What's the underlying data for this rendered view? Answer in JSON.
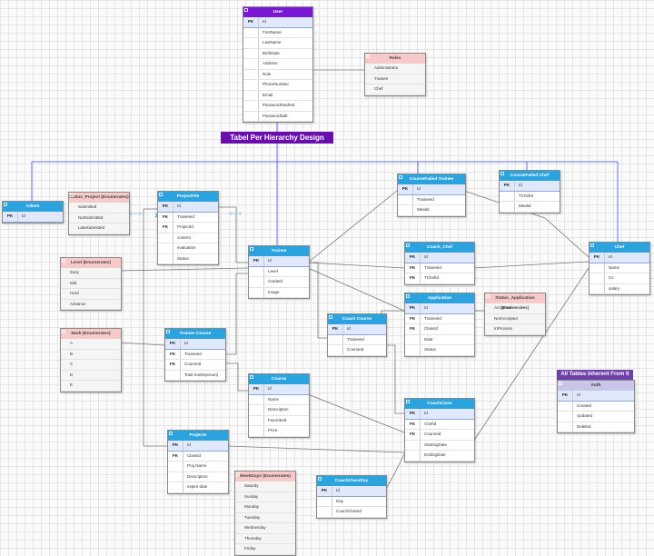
{
  "banner": "Tabel Per Hierarchy Design",
  "inherit_title": "All Tables Inherent From It",
  "tables": {
    "user": {
      "title": "User",
      "rows": [
        {
          "k": "PK",
          "n": "Id"
        },
        {
          "k": "",
          "n": "FirstName"
        },
        {
          "k": "",
          "n": "LastName"
        },
        {
          "k": "",
          "n": "BirthDate"
        },
        {
          "k": "",
          "n": "Address"
        },
        {
          "k": "",
          "n": "Role"
        },
        {
          "k": "",
          "n": "PhoneNumber"
        },
        {
          "k": "",
          "n": "Email"
        },
        {
          "k": "",
          "n": "PasswordHashed"
        },
        {
          "k": "",
          "n": "PasswordSalt"
        }
      ]
    },
    "roles": {
      "title": "Roles",
      "rows": [
        {
          "k": "",
          "n": "Administrator"
        },
        {
          "k": "",
          "n": "Trainee"
        },
        {
          "k": "",
          "n": "Chef"
        }
      ]
    },
    "admin": {
      "title": "Admin",
      "rows": [
        {
          "k": "PK",
          "n": "Id"
        }
      ]
    },
    "status_project": {
      "title": "Status_Project (Enumerates)",
      "rows": [
        {
          "k": "",
          "n": "Submitted"
        },
        {
          "k": "",
          "n": "NotSubmitted"
        },
        {
          "k": "",
          "n": "LateSubmitted"
        }
      ]
    },
    "projectfile": {
      "title": "ProjectFile",
      "rows": [
        {
          "k": "PK",
          "n": "Id"
        },
        {
          "k": "FK",
          "n": "TraineeId"
        },
        {
          "k": "FK",
          "n": "ProjectId"
        },
        {
          "k": "",
          "n": "content"
        },
        {
          "k": "",
          "n": "evaluation"
        },
        {
          "k": "",
          "n": "Status"
        }
      ]
    },
    "coursefailed_trainee": {
      "title": "CourseFailed Trainee",
      "rows": [
        {
          "k": "PK",
          "n": "Id"
        },
        {
          "k": "",
          "n": "TraineeId"
        },
        {
          "k": "",
          "n": "MealId"
        }
      ]
    },
    "coursefailed_chef": {
      "title": "CourseFailed Chef",
      "rows": [
        {
          "k": "PK",
          "n": "Id"
        },
        {
          "k": "",
          "n": "TChefId"
        },
        {
          "k": "",
          "n": "MealId"
        }
      ]
    },
    "level": {
      "title": "Level (Enumerates)",
      "rows": [
        {
          "k": "",
          "n": "Easy"
        },
        {
          "k": "",
          "n": "Mid"
        },
        {
          "k": "",
          "n": "Hard"
        },
        {
          "k": "",
          "n": "Advance"
        }
      ]
    },
    "trainee": {
      "title": "Trainee",
      "rows": [
        {
          "k": "PK",
          "n": "Id"
        },
        {
          "k": "",
          "n": "Level"
        },
        {
          "k": "",
          "n": "CardeId"
        },
        {
          "k": "",
          "n": "Image"
        }
      ]
    },
    "coach_chef": {
      "title": "Coach_Chef",
      "rows": [
        {
          "k": "PK",
          "n": "Id"
        },
        {
          "k": "FK",
          "n": "TraineeId"
        },
        {
          "k": "FK",
          "n": "TChefId"
        }
      ]
    },
    "chef": {
      "title": "Chef",
      "rows": [
        {
          "k": "PK",
          "n": "Id"
        },
        {
          "k": "",
          "n": "Name"
        },
        {
          "k": "",
          "n": "Cv"
        },
        {
          "k": "",
          "n": "salary"
        }
      ]
    },
    "application": {
      "title": "Application",
      "rows": [
        {
          "k": "PK",
          "n": "Id"
        },
        {
          "k": "FK",
          "n": "TraineeId"
        },
        {
          "k": "FK",
          "n": "ClassId"
        },
        {
          "k": "",
          "n": "Date"
        },
        {
          "k": "",
          "n": "Status"
        }
      ]
    },
    "status_application": {
      "title": "Status_Application (Enumerates)",
      "rows": [
        {
          "k": "",
          "n": "Accepted"
        },
        {
          "k": "",
          "n": "NotAccepted"
        },
        {
          "k": "",
          "n": "InProcess"
        }
      ]
    },
    "mark": {
      "title": "Mark (Enumerates)",
      "rows": [
        {
          "k": "",
          "n": "A"
        },
        {
          "k": "",
          "n": "B"
        },
        {
          "k": "",
          "n": "C"
        },
        {
          "k": "",
          "n": "D"
        },
        {
          "k": "",
          "n": "E"
        }
      ]
    },
    "trainee_course": {
      "title": "Trainee Course",
      "rows": [
        {
          "k": "PK",
          "n": "Id"
        },
        {
          "k": "FK",
          "n": "TraineeId"
        },
        {
          "k": "FK",
          "n": "CourseId"
        },
        {
          "k": "",
          "n": "Total marks(enum)"
        }
      ]
    },
    "coach_course": {
      "title": "Coach Course",
      "rows": [
        {
          "k": "PK",
          "n": "Id"
        },
        {
          "k": "",
          "n": "TraineeId"
        },
        {
          "k": "",
          "n": "CourseId"
        }
      ]
    },
    "course": {
      "title": "Course",
      "rows": [
        {
          "k": "PK",
          "n": "Id"
        },
        {
          "k": "",
          "n": "Name"
        },
        {
          "k": "",
          "n": "Description"
        },
        {
          "k": "",
          "n": "FavorIteId"
        },
        {
          "k": "",
          "n": "Price"
        }
      ]
    },
    "auth": {
      "title": "Auth",
      "rows": [
        {
          "k": "PK",
          "n": "Id"
        },
        {
          "k": "",
          "n": "Created"
        },
        {
          "k": "",
          "n": "Updated"
        },
        {
          "k": "",
          "n": "Deleted"
        }
      ]
    },
    "coachclass": {
      "title": "CoachClass",
      "rows": [
        {
          "k": "PK",
          "n": "Id"
        },
        {
          "k": "FK",
          "n": "ChefId"
        },
        {
          "k": "FK",
          "n": "CourseId"
        },
        {
          "k": "",
          "n": "StartingDate"
        },
        {
          "k": "",
          "n": "EndingDate"
        }
      ]
    },
    "projects": {
      "title": "Projects",
      "rows": [
        {
          "k": "PK",
          "n": "Id"
        },
        {
          "k": "FK",
          "n": "ClassId"
        },
        {
          "k": "",
          "n": "Proj Name"
        },
        {
          "k": "",
          "n": "Description"
        },
        {
          "k": "",
          "n": "expire date"
        }
      ]
    },
    "weekdays": {
      "title": "WeekDays (Enumerates)",
      "rows": [
        {
          "k": "",
          "n": "Saturdy"
        },
        {
          "k": "",
          "n": "Sunday"
        },
        {
          "k": "",
          "n": "Monday"
        },
        {
          "k": "",
          "n": "Tuesday"
        },
        {
          "k": "",
          "n": "Wednesday"
        },
        {
          "k": "",
          "n": "Thursday"
        },
        {
          "k": "",
          "n": "Friday"
        }
      ]
    },
    "coachclassday": {
      "title": "CoachClassDay",
      "rows": [
        {
          "k": "PK",
          "n": "Id"
        },
        {
          "k": "",
          "n": "Day"
        },
        {
          "k": "",
          "n": "CoachClassId"
        }
      ]
    }
  }
}
